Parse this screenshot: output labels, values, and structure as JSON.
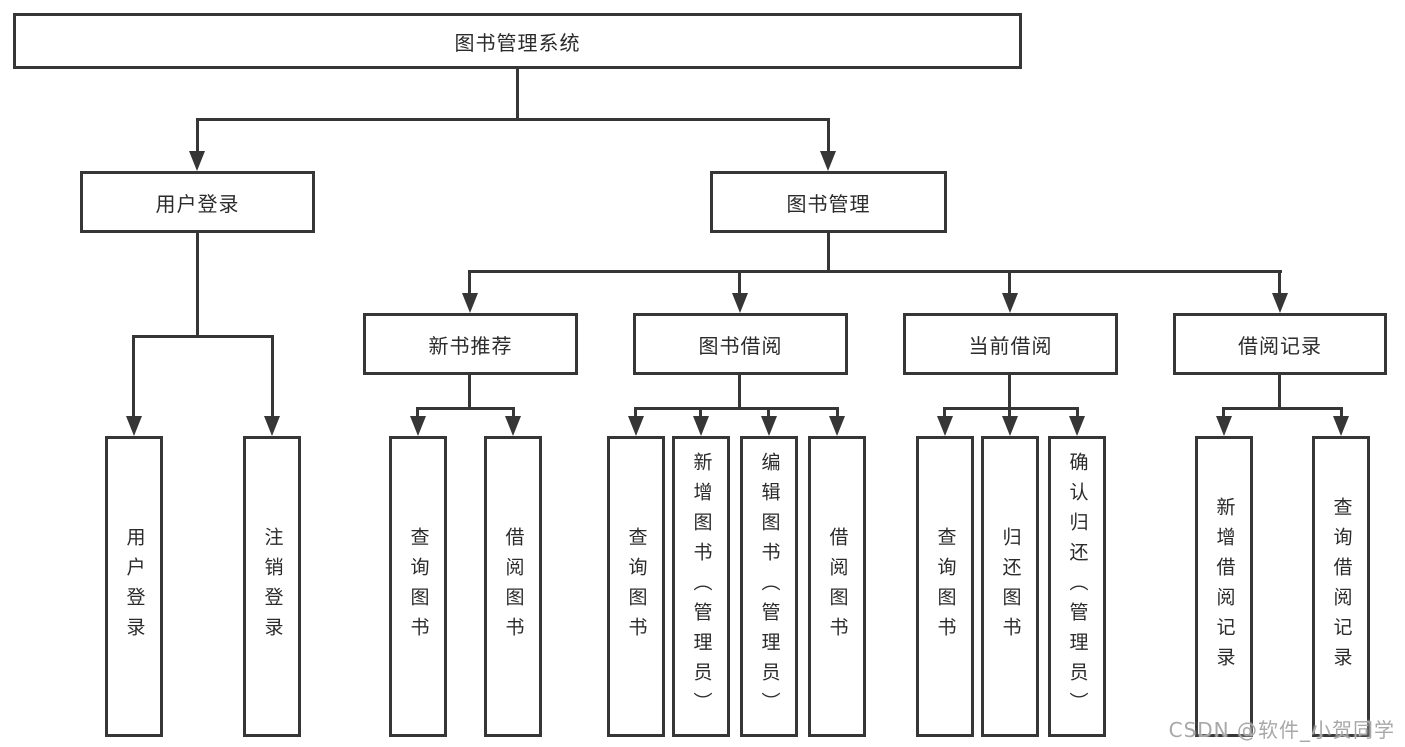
{
  "diagram": {
    "root_label": "图书管理系统",
    "level2": {
      "user_login": "用户登录",
      "book_mgmt": "图书管理"
    },
    "level3": {
      "new_book": "新书推荐",
      "book_borrow": "图书借阅",
      "current_borrow": "当前借阅",
      "borrow_record": "借阅记录"
    },
    "leaves": {
      "user_login": [
        "用户登录",
        "注销登录"
      ],
      "new_book": [
        "查询图书",
        "借阅图书"
      ],
      "book_borrow": [
        "查询图书",
        "新增图书（管理员）",
        "编辑图书（管理员）",
        "借阅图书"
      ],
      "current_borrow": [
        "查询图书",
        "归还图书",
        "确认归还（管理员）"
      ],
      "borrow_record": [
        "新增借阅记录",
        "查询借阅记录"
      ]
    }
  },
  "watermark": "CSDN @软件_小贺同学",
  "colors": {
    "line": "#363636",
    "text": "#2b2b2b",
    "watermark": "#a8a8a8",
    "canvas-bg": "#ffffff"
  }
}
